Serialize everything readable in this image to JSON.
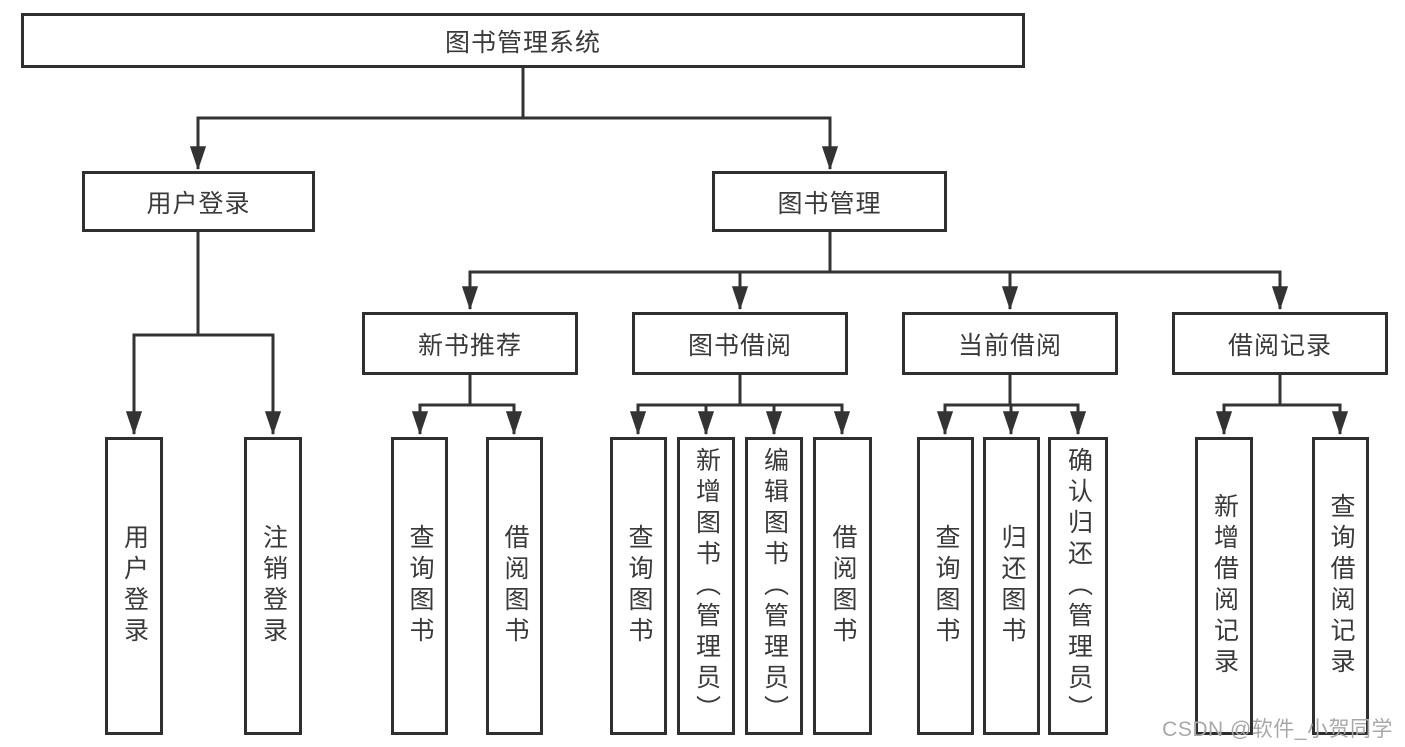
{
  "diagram": {
    "title_note": "functional structure tree",
    "root": {
      "label": "图书管理系统"
    },
    "level2": [
      {
        "label": "用户登录"
      },
      {
        "label": "图书管理"
      }
    ],
    "level3": [
      {
        "label": "新书推荐"
      },
      {
        "label": "图书借阅"
      },
      {
        "label": "当前借阅"
      },
      {
        "label": "借阅记录"
      }
    ],
    "user_login_children": [
      {
        "label": "用户登录"
      },
      {
        "label": "注销登录"
      }
    ],
    "new_book_children": [
      {
        "label": "查询图书"
      },
      {
        "label": "借阅图书"
      }
    ],
    "book_borrowing_children": [
      {
        "label": "查询图书"
      },
      {
        "label": "新增图书（管理员）"
      },
      {
        "label": "编辑图书（管理员）"
      },
      {
        "label": "借阅图书"
      }
    ],
    "current_borrowing_children": [
      {
        "label": "查询图书"
      },
      {
        "label": "归还图书"
      },
      {
        "label": "确认归还（管理员）"
      }
    ],
    "borrowing_records_children": [
      {
        "label": "新增借阅记录"
      },
      {
        "label": "查询借阅记录"
      }
    ]
  },
  "watermark": {
    "text": "CSDN @软件_小贺同学"
  },
  "colors": {
    "line": "#333333",
    "box_border": "#2f2f2f",
    "text": "#3a3a3a",
    "watermark": "#a8a8a8",
    "background": "#ffffff"
  }
}
